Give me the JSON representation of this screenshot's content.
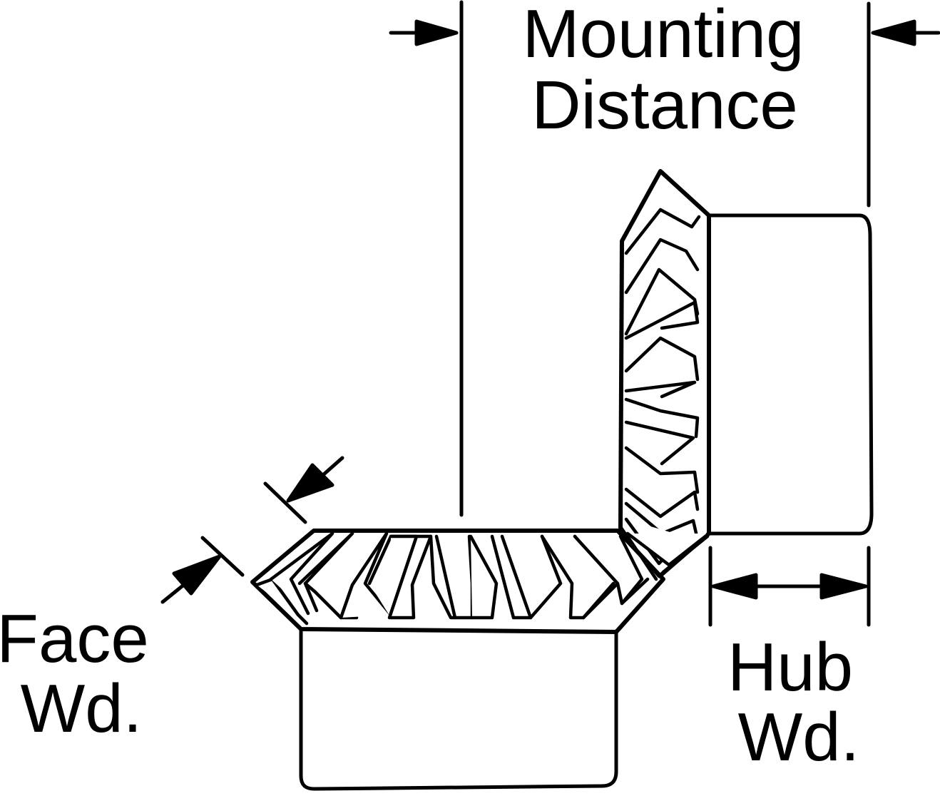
{
  "labels": {
    "mounting_line1": "Mounting",
    "mounting_line2": "Distance",
    "face_line1": "Face",
    "face_line2": "Wd.",
    "hub_line1": "Hub",
    "hub_line2": "Wd."
  },
  "colors": {
    "ink": "#000000",
    "paper": "#ffffff"
  }
}
